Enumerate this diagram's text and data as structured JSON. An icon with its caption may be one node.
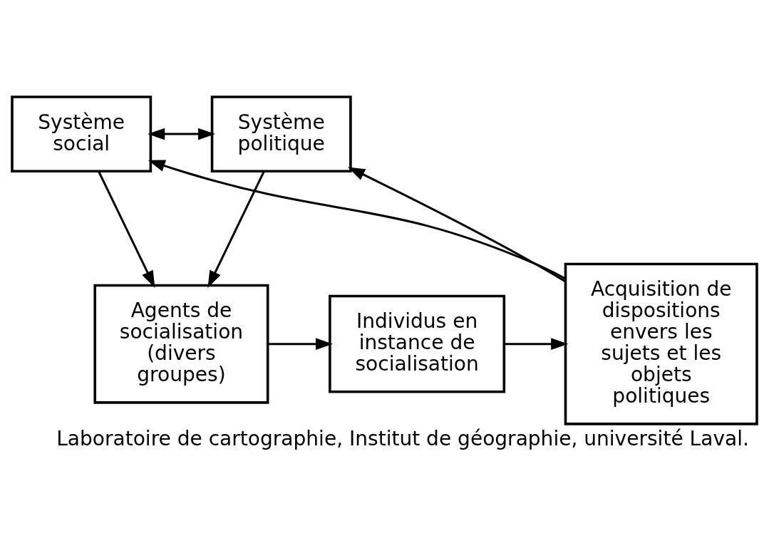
{
  "diagram": {
    "caption": "Laboratoire de cartographie, Institut de géographie, université Laval.",
    "nodes": [
      {
        "text": [
          "Système social"
        ]
      },
      {
        "text": [
          "Système politique"
        ]
      },
      {
        "text": [
          "Agents de socialisation (divers groupes)"
        ]
      },
      {
        "text": [
          "Individus en instance de socialisation"
        ]
      },
      {
        "text": [
          "Acquisition de dispositions envers les sujets et les objets politiques"
        ]
      }
    ],
    "edges": [
      {
        "from": 4,
        "to": 0,
        "arrow": "to"
      },
      {
        "from": 4,
        "to": 1,
        "arrow": "to"
      },
      {
        "from": 0,
        "to": 1,
        "arrow": "both"
      },
      {
        "from": 0,
        "to": 2,
        "arrow": "to"
      },
      {
        "from": 1,
        "to": 2,
        "arrow": "to"
      },
      {
        "from": 2,
        "to": 3,
        "arrow": "to"
      },
      {
        "from": 3,
        "to": 4,
        "arrow": "to"
      }
    ]
  }
}
